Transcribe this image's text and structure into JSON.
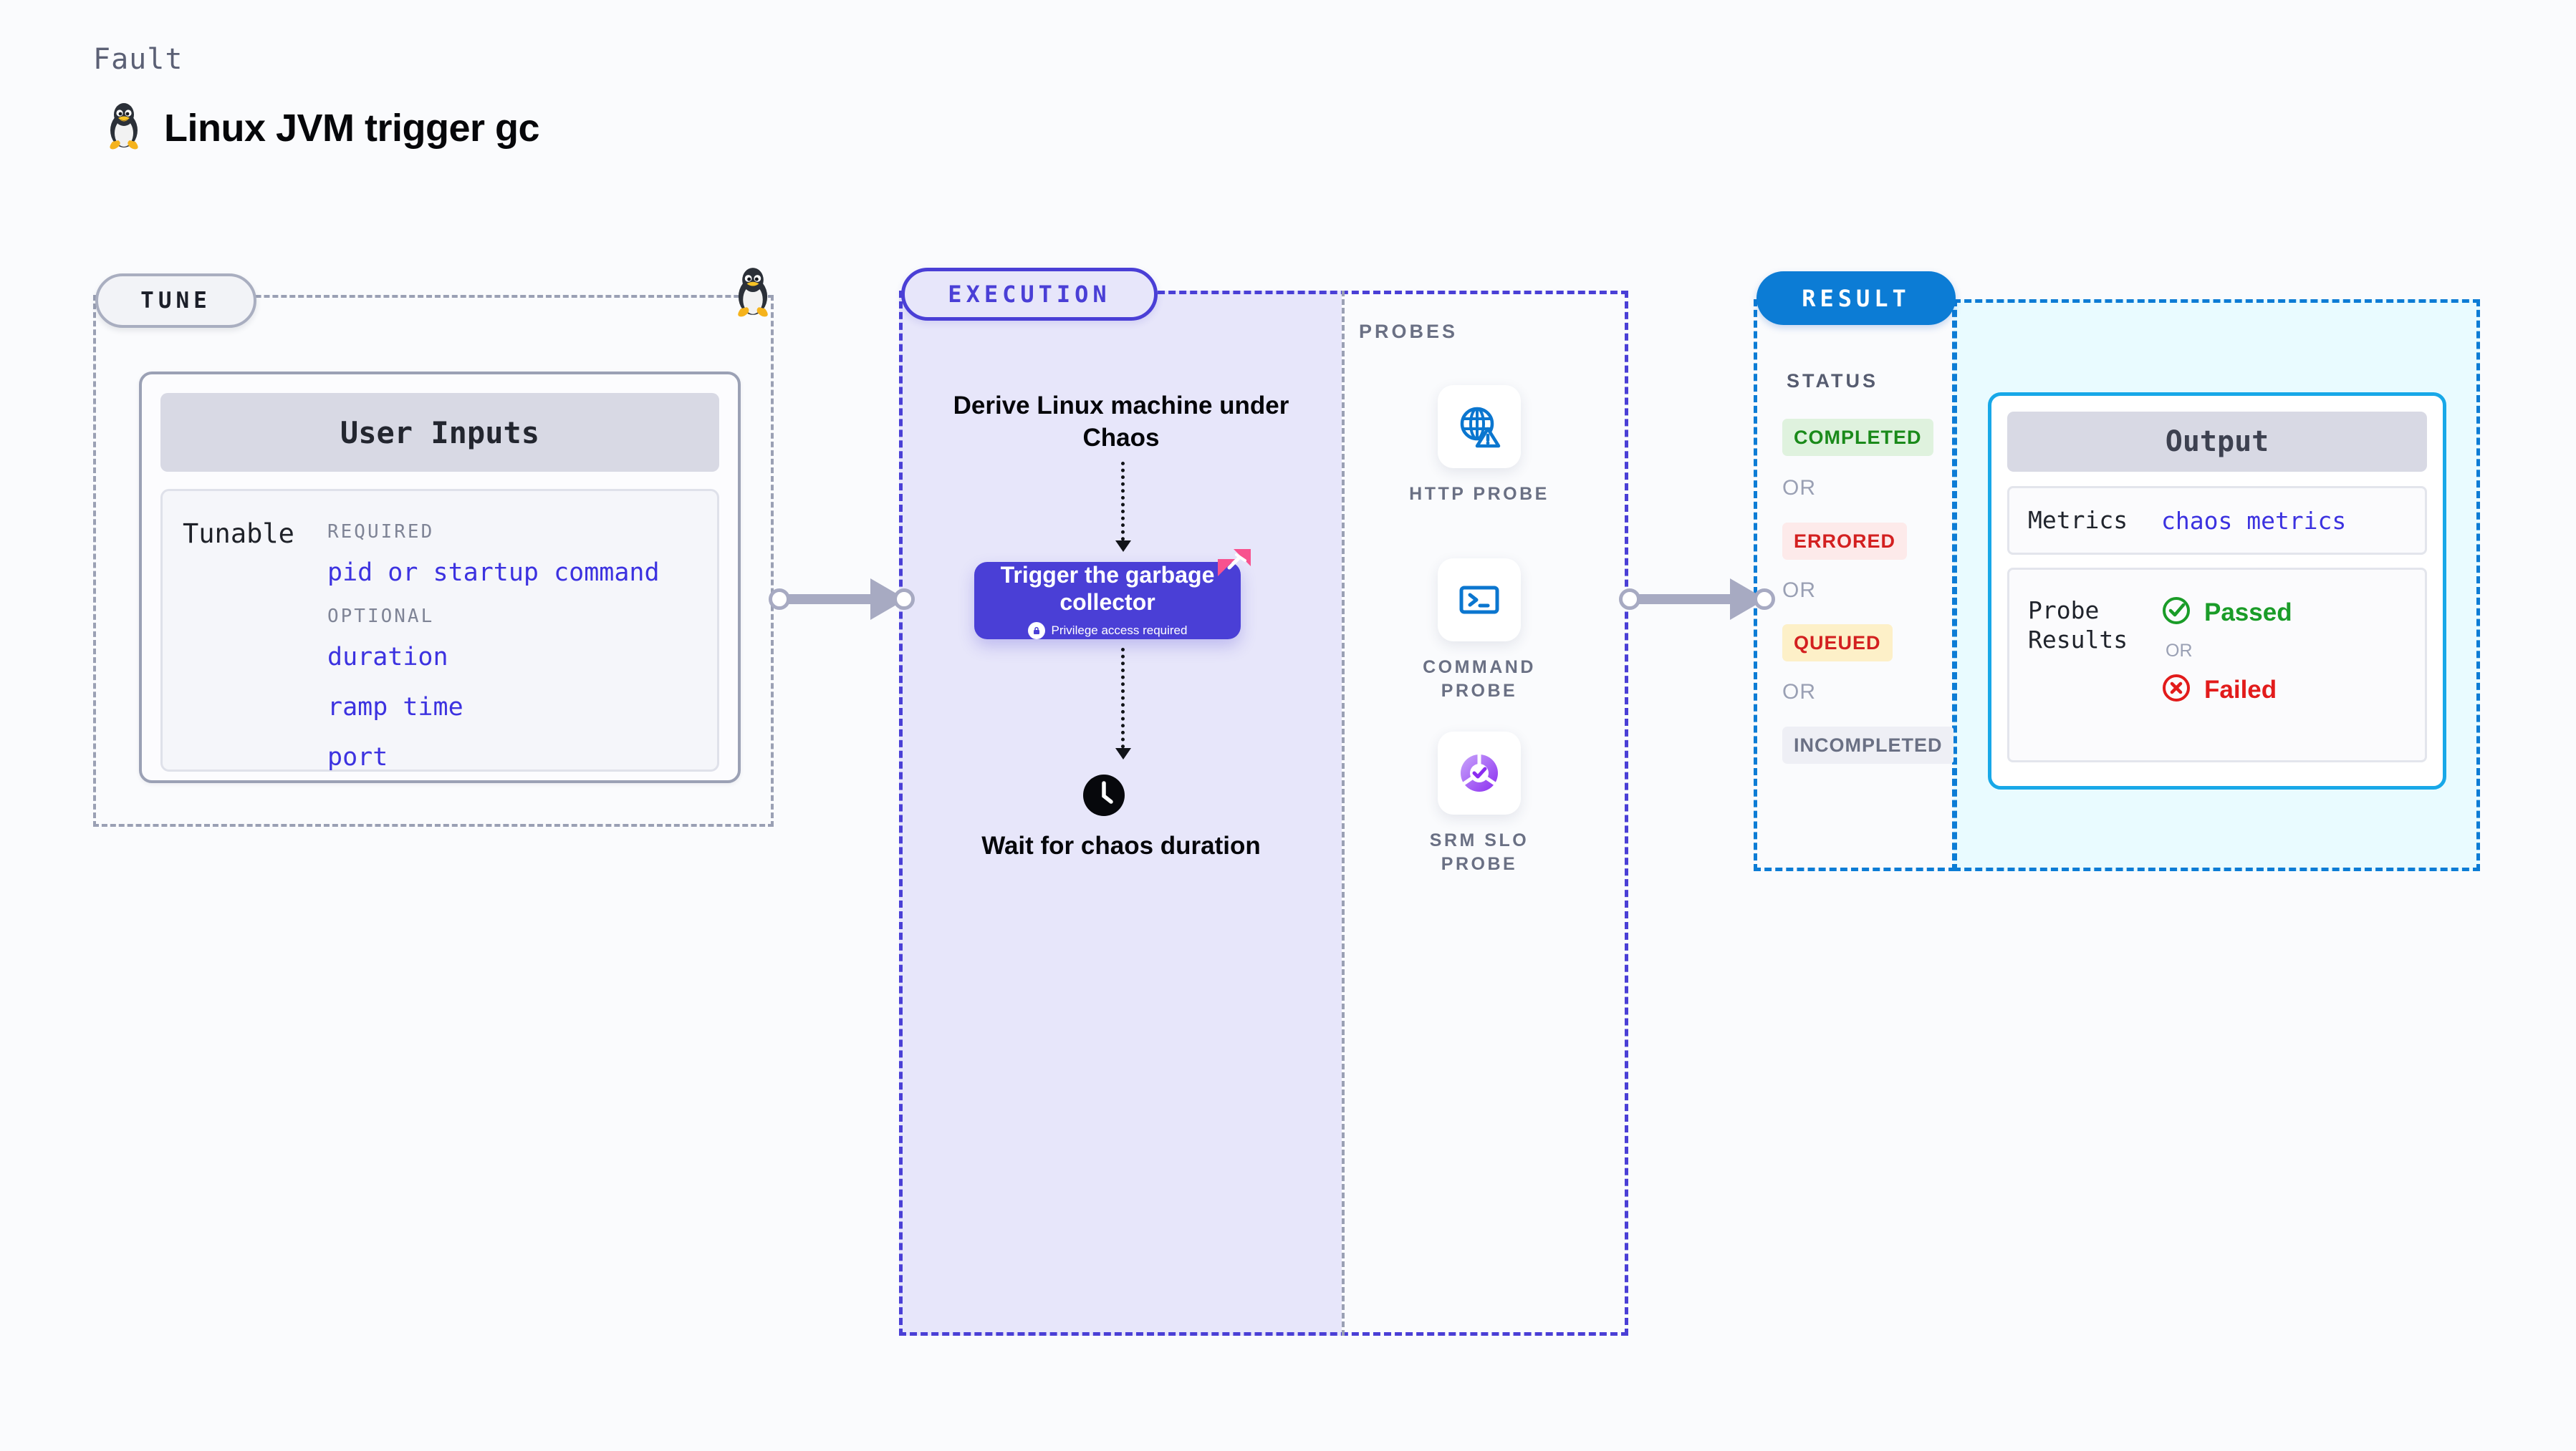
{
  "header": {
    "eyebrow": "Fault",
    "title": "Linux JVM trigger gc",
    "icon": "tux-penguin-icon"
  },
  "tune": {
    "badge": "TUNE",
    "card_title": "User Inputs",
    "tunable_label": "Tunable",
    "required_label": "REQUIRED",
    "optional_label": "OPTIONAL",
    "required_fields": [
      "pid or startup command"
    ],
    "optional_fields": [
      "duration",
      "ramp time",
      "port"
    ]
  },
  "execution": {
    "badge": "EXECUTION",
    "derive_step": "Derive Linux machine under Chaos",
    "trigger_title": "Trigger the garbage collector",
    "trigger_sub": "Privilege access required",
    "wait_step": "Wait for chaos duration"
  },
  "probes": {
    "label": "PROBES",
    "items": [
      {
        "name": "HTTP PROBE",
        "icon": "globe-warning-icon"
      },
      {
        "name": "COMMAND PROBE",
        "icon": "terminal-icon"
      },
      {
        "name": "SRM SLO PROBE",
        "icon": "slo-check-icon"
      }
    ]
  },
  "result": {
    "badge": "RESULT",
    "status_label": "STATUS",
    "or_label": "OR",
    "statuses": [
      {
        "label": "COMPLETED",
        "bg": "#dff2de",
        "fg": "#1a8a1a"
      },
      {
        "label": "ERRORED",
        "bg": "#fdeaea",
        "fg": "#d32020"
      },
      {
        "label": "QUEUED",
        "bg": "#fdf0c8",
        "fg": "#d32020"
      },
      {
        "label": "INCOMPLETED",
        "bg": "#eeeff5",
        "fg": "#6a7084"
      }
    ]
  },
  "output": {
    "card_title": "Output",
    "metrics_key": "Metrics",
    "metrics_value": "chaos metrics",
    "probe_results_key": "Probe Results",
    "or_label": "OR",
    "passed_label": "Passed",
    "failed_label": "Failed",
    "passed_color": "#1a9c28",
    "failed_color": "#e21b1b"
  },
  "colors": {
    "indigo": "#4a3fd6",
    "blue": "#0c7cd5",
    "cyan": "#18a8e8",
    "grey_dash": "#9aa0b4",
    "arrow": "#a7aac2",
    "pink": "#f8528e"
  }
}
